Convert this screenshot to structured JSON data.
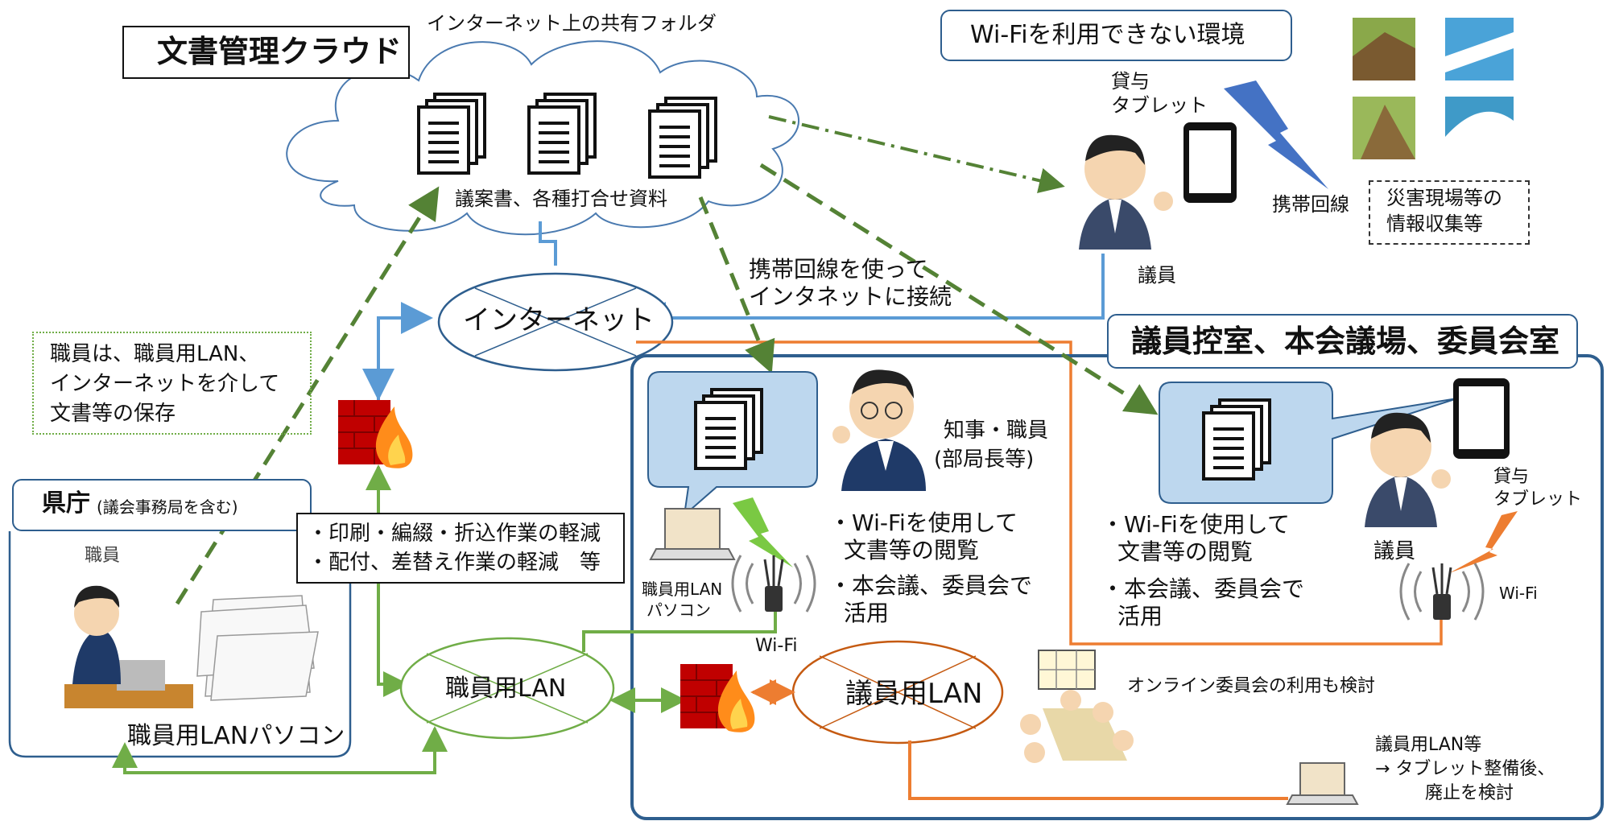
{
  "cloud": {
    "title": "文書管理クラウド",
    "subtitle": "インターネット上の共有フォルダ",
    "docs_label": "議案書、各種打合せ資料"
  },
  "internet": {
    "label": "インターネット"
  },
  "mobile_connect": {
    "line1": "携帯回線を使って",
    "line2": "インタネットに接続"
  },
  "no_wifi": {
    "title": "Wi-Fiを利用できない環境",
    "tablet_label_1": "貸与",
    "tablet_label_2": "タブレット",
    "carrier": "携帯回線",
    "disaster_1": "災害現場等の",
    "disaster_2": "情報収集等",
    "member": "議員"
  },
  "staff_note": {
    "line1": "職員は、職員用LAN、",
    "line2": "インターネットを介して",
    "line3": "文書等の保存"
  },
  "prefecture": {
    "title": "県庁",
    "title_sub": "(議会事務局を含む)",
    "staff": "職員",
    "pc": "職員用LANパソコン"
  },
  "benefits": {
    "line1": "・印刷・編綴・折込作業の軽減",
    "line2": "・配付、差替え作業の軽減　等"
  },
  "chamber": {
    "title": "議員控室、本会議場、委員会室",
    "exec": "知事・職員",
    "exec_sub": "(部局長等)",
    "left_point1a": "・Wi-Fiを使用して",
    "left_point1b": "文書等の閲覧",
    "left_point2a": "・本会議、委員会で",
    "left_point2b": "活用",
    "right_point1a": "・Wi-Fiを使用して",
    "right_point1b": "文書等の閲覧",
    "right_point2a": "・本会議、委員会で",
    "right_point2b": "活用",
    "pc_label_1": "職員用LAN",
    "pc_label_2": "パソコン",
    "wifi_left": "Wi-Fi",
    "wifi_right": "Wi-Fi",
    "member": "議員",
    "tablet_1": "貸与",
    "tablet_2": "タブレット",
    "online": "オンライン委員会の利用も検討",
    "member_lan_note_1": "議員用LAN等",
    "member_lan_note_2": "→ タブレット整備後、",
    "member_lan_note_3": "廃止を検討"
  },
  "staff_lan": {
    "label": "職員用LAN"
  },
  "member_lan": {
    "label": "議員用LAN"
  },
  "colors": {
    "blue_line": "#5b9bd5",
    "green_line": "#70ad47",
    "orange_line": "#ed7d31",
    "dash_green": "#548235",
    "bubble": "#bdd7ee",
    "frame_blue": "#2e5e8e"
  }
}
